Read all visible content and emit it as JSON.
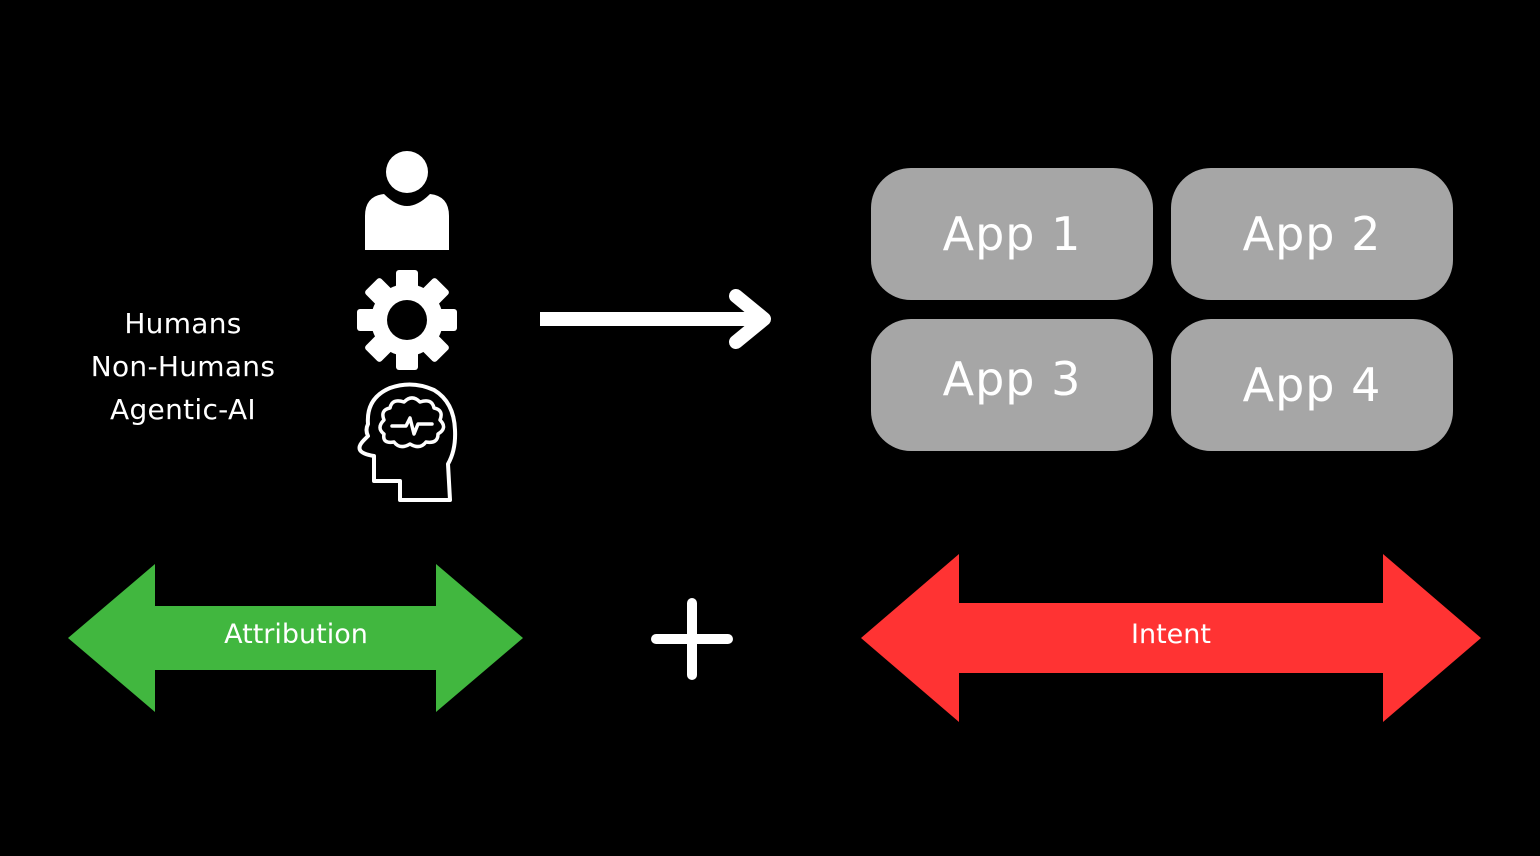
{
  "actors": {
    "labels": [
      "Humans",
      "Non-Humans",
      "Agentic-AI"
    ],
    "icons": [
      "user-icon",
      "gear-icon",
      "ai-head-brain-icon"
    ]
  },
  "flow_arrow": {
    "icon": "right-arrow-icon"
  },
  "apps": [
    {
      "label": "App 1"
    },
    {
      "label": "App 2"
    },
    {
      "label": "App 3"
    },
    {
      "label": "App 4"
    }
  ],
  "bottom": {
    "attribution": {
      "label": "Attribution",
      "color": "#41b73f"
    },
    "plus": {
      "symbol": "+"
    },
    "intent": {
      "label": "Intent",
      "color": "#ff3333"
    }
  },
  "colors": {
    "background": "#000000",
    "app_box": "#a6a6a6",
    "foreground": "#ffffff"
  }
}
